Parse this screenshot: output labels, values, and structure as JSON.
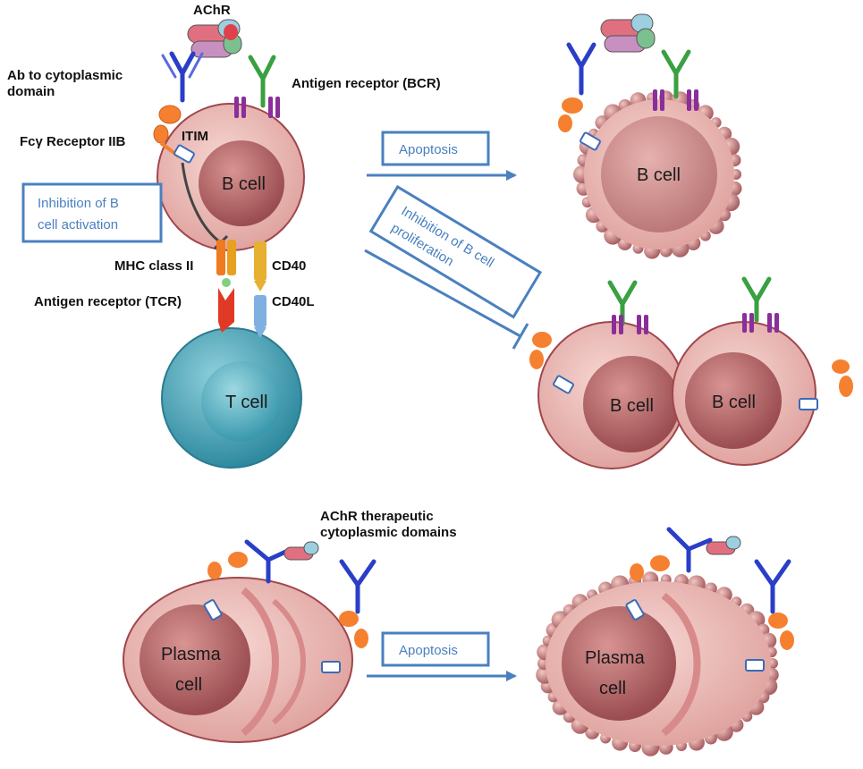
{
  "labels": {
    "achr": "AChR",
    "ab_line1": "Ab to cytoplasmic",
    "ab_line2": "domain",
    "bcr": "Antigen receptor (BCR)",
    "fcr": "Fcγ Receptor IIB",
    "itim": "ITIM",
    "mhc": "MHC class II",
    "cd40": "CD40",
    "tcr": "Antigen receptor (TCR)",
    "cd40l": "CD40L",
    "therapeutic_line1": "AChR therapeutic",
    "therapeutic_line2": "cytoplasmic domains"
  },
  "cells": {
    "b_cell": "B cell",
    "t_cell": "T cell",
    "plasma_line1": "Plasma",
    "plasma_line2": "cell"
  },
  "boxes": {
    "inhibition_activation_line1": "Inhibition of B",
    "inhibition_activation_line2": "cell activation",
    "apoptosis": "Apoptosis",
    "inhibition_proliferation_line1": "Inhibition of B cell",
    "inhibition_proliferation_line2": "proliferation"
  },
  "colors": {
    "arrow_blue": "#4a80c0",
    "cell_outer": "#e9b4b0",
    "cell_nucleus": "#a85a5c",
    "t_cell": "#3d96a8",
    "antibody_blue": "#2a3ec8",
    "bcr_green": "#3aa040",
    "fc_receptor_orange": "#f07020"
  }
}
